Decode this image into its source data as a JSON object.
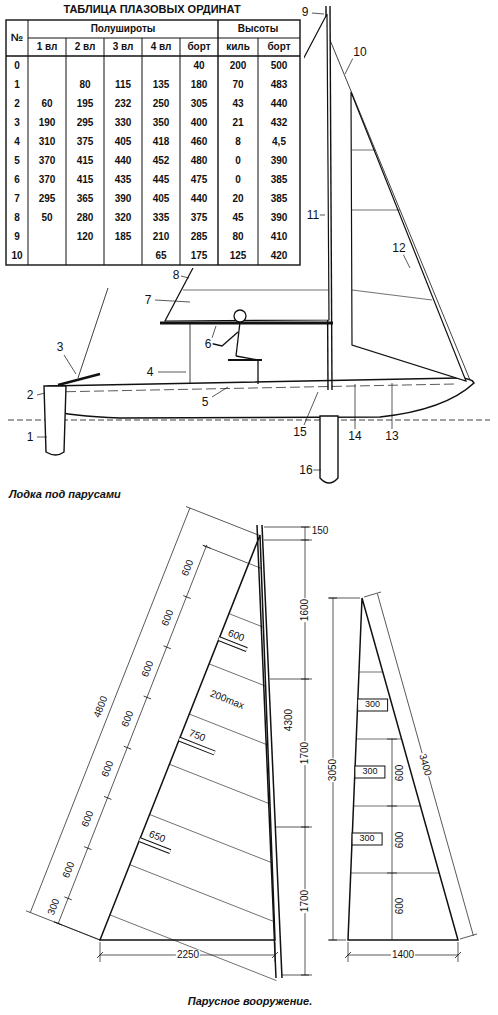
{
  "diagram": {
    "title": "ТАБЛИЦА ПЛАЗОВЫХ ОРДИНАТ",
    "caption": "Парусное вооружение.",
    "labels": [
      "№",
      "Полушироты",
      "Высоты",
      "1 вл",
      "2 вл",
      "3 вл",
      "4 вл",
      "борт",
      "киль",
      "борт",
      "0",
      "40",
      "200",
      "500",
      "1",
      "80",
      "115",
      "135",
      "180",
      "70",
      "483",
      "2",
      "60",
      "195",
      "232",
      "250",
      "305",
      "43",
      "440",
      "3",
      "190",
      "295",
      "330",
      "350",
      "400",
      "21",
      "432",
      "4",
      "310",
      "375",
      "405",
      "418",
      "460",
      "8",
      "4,5",
      "5",
      "370",
      "415",
      "440",
      "452",
      "480",
      "0",
      "390",
      "6",
      "370",
      "415",
      "435",
      "445",
      "475",
      "0",
      "385",
      "7",
      "295",
      "365",
      "390",
      "405",
      "440",
      "20",
      "385",
      "8",
      "50",
      "280",
      "320",
      "335",
      "375",
      "45",
      "390",
      "9",
      "120",
      "185",
      "210",
      "285",
      "80",
      "410",
      "10",
      "65",
      "175",
      "125",
      "420",
      "1",
      "2",
      "3",
      "4",
      "5",
      "6",
      "7",
      "8",
      "9",
      "10",
      "11",
      "12",
      "13",
      "14",
      "15",
      "16",
      "Лодка под парусами",
      "150",
      "1600",
      "1700",
      "1700",
      "4300",
      "600",
      "600",
      "600",
      "600",
      "600",
      "600",
      "600",
      "300",
      "4800",
      "600",
      "200max",
      "750",
      "650",
      "2250",
      "3050",
      "3400",
      "300",
      "300",
      "300",
      "600",
      "600",
      "600",
      "1400"
    ]
  }
}
